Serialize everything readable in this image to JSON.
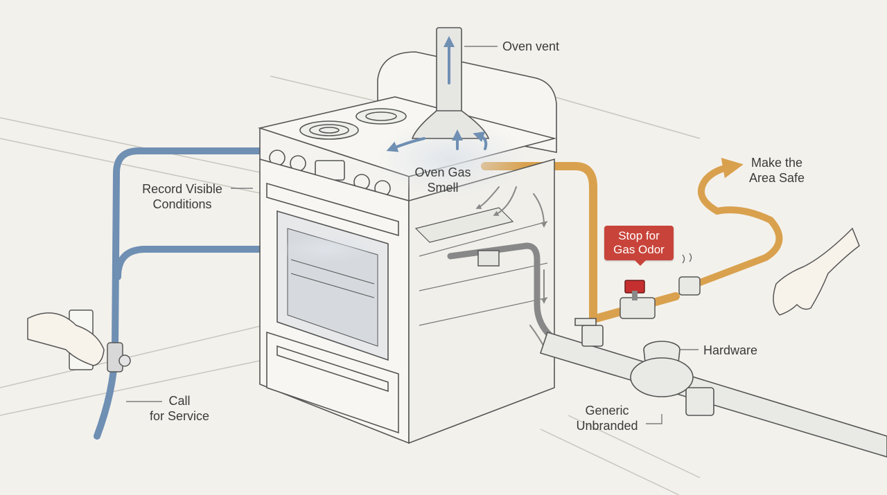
{
  "labels": {
    "oven_vent": "Oven vent",
    "make_area_safe": [
      "Make the",
      "Area Safe"
    ],
    "record_visible": [
      "Record Visible",
      "Conditions"
    ],
    "oven_gas_smell": [
      "Oven Gas",
      "Smell"
    ],
    "stop_gas_odor": [
      "Stop for",
      "Gas Odor"
    ],
    "hardware": "Hardware",
    "call_service": [
      "Call",
      "for Service"
    ],
    "generic_unbranded": [
      "Generic",
      "Unbranded"
    ]
  },
  "colors": {
    "background": "#f3f1ec",
    "blue_pipe": "#6f8fb3",
    "orange_pipe": "#d9a14e",
    "warning_badge": "#c8443a",
    "valve_handle": "#c62f2f",
    "ink": "#555555"
  }
}
